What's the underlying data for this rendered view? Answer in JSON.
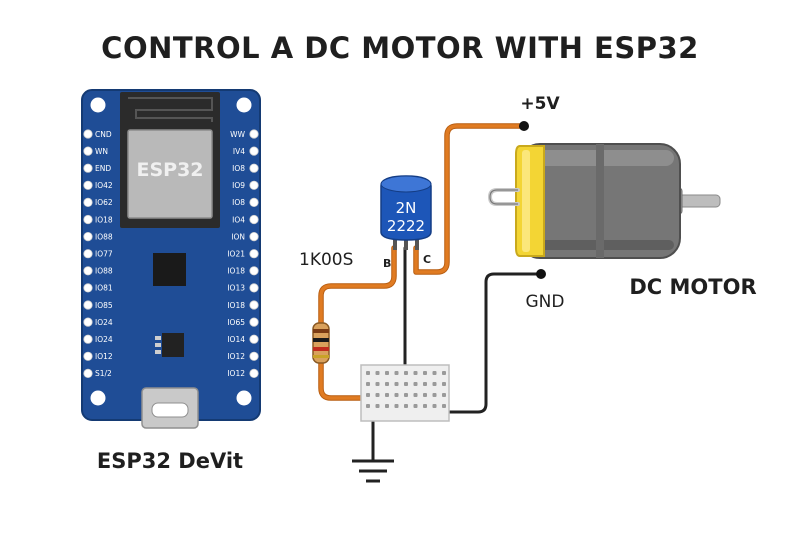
{
  "title": "CONTROL A DC MOTOR WITH ESP32",
  "board": {
    "label": "ESP32 DeVit",
    "chip_label": "ESP32",
    "left_pins": [
      "CND",
      "WN",
      "END",
      "IO42",
      "IO62",
      "IO18",
      "IO88",
      "IO77",
      "IO88",
      "IO81",
      "IO85",
      "IO24",
      "IO24",
      "IO12",
      "S1/2"
    ],
    "right_pins": [
      "WW",
      "IV4",
      "IO8",
      "IO9",
      "IO8",
      "IO4",
      "ION",
      "IO21",
      "IO18",
      "IO13",
      "IO18",
      "IO65",
      "IO14",
      "IO12",
      "IO12"
    ]
  },
  "resistor": {
    "label": "1K00S"
  },
  "transistor": {
    "line1": "2N",
    "line2": "2222",
    "base_label": "B",
    "collector_label": "C"
  },
  "supply": {
    "label": "+5V"
  },
  "ground": {
    "label": "GND"
  },
  "motor": {
    "label": "DC MOTOR"
  },
  "colors": {
    "board_blue": "#1f4d96",
    "wire_orange": "#e07b22",
    "wire_black": "#222222",
    "transistor_blue": "#1d56b8",
    "motor_gray": "#767676",
    "motor_yellow": "#f3d534"
  }
}
